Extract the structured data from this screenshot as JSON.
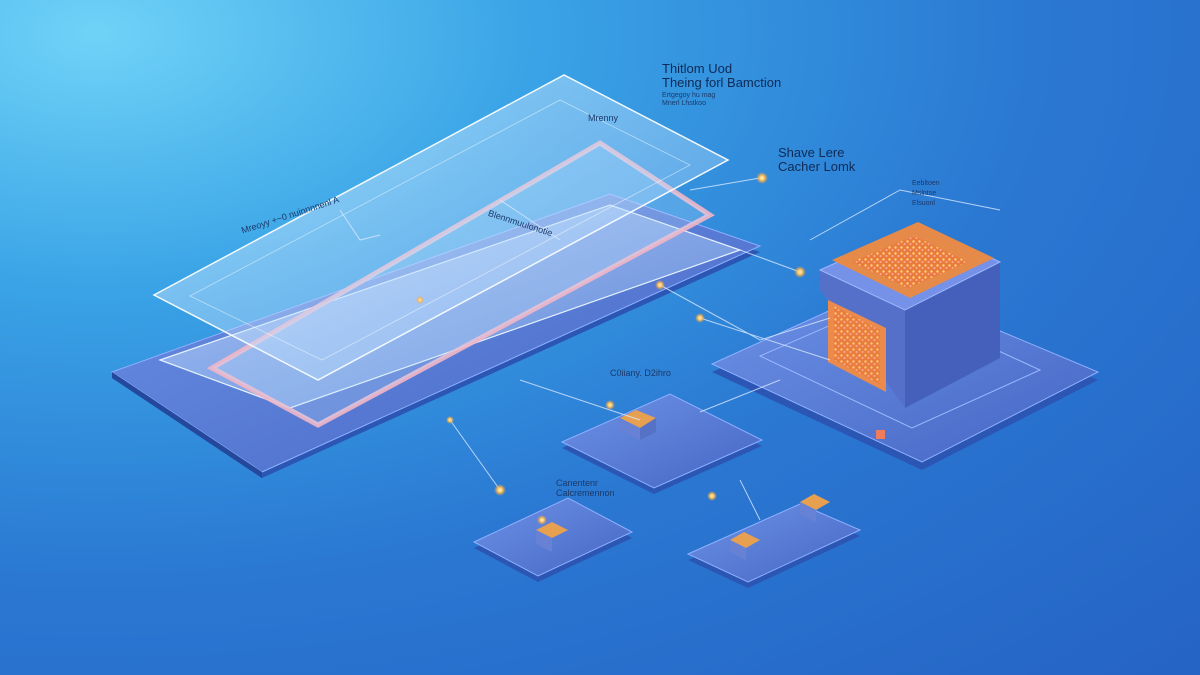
{
  "labels": {
    "header_line1": "Thitlom Uod",
    "header_line2": "Theing forl Bamction",
    "header_sub1": "Ertgegoy hu mag",
    "header_sub2": "Mnerl Lhstkoo",
    "right_line1": "Shave Lere",
    "right_line2": "Cacher Lomk",
    "top_plate": "Mrenny",
    "left_plate": "Mreoyy +~0 nuinnnnenl A",
    "center_mid": "C0iiany. D2ihro",
    "center_low": "Canentenr",
    "center_low2": "Calcremennon",
    "inner_plate": "Blennmuulonotie",
    "cube_tag1": "Eebltoen",
    "cube_tag2": "Mslntse",
    "cube_tag3": "Elsuonl"
  },
  "colors": {
    "bg_light": "#6fd3f7",
    "bg_dark": "#2563c4",
    "platform": "#4a72cf",
    "glow": "#ffb347"
  }
}
